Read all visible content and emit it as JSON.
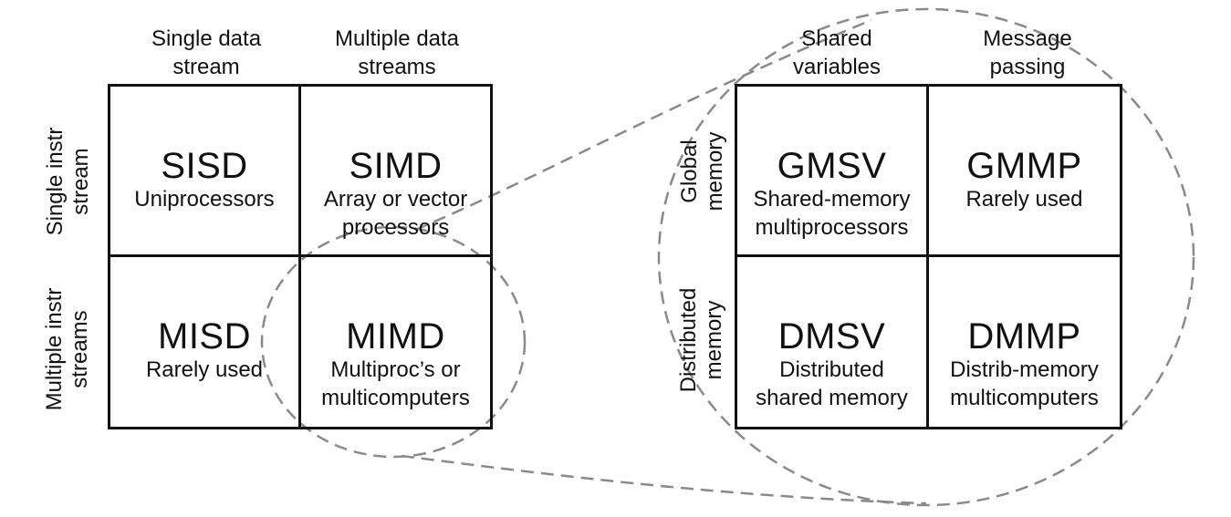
{
  "flynn": {
    "col_headers": [
      "Single data\nstream",
      "Multiple data\nstreams"
    ],
    "row_headers": [
      "Single instr\nstream",
      "Multiple instr\nstreams"
    ],
    "cells": [
      {
        "code": "SISD",
        "desc": "Uniprocessors"
      },
      {
        "code": "SIMD",
        "desc": "Array or vector\nprocessors"
      },
      {
        "code": "MISD",
        "desc": "Rarely used"
      },
      {
        "code": "MIMD",
        "desc": "Multiproc’s or\nmulticomputers"
      }
    ]
  },
  "johnson": {
    "col_headers": [
      "Shared\nvariables",
      "Message\npassing"
    ],
    "row_headers": [
      "Global\nmemory",
      "Distributed\nmemory"
    ],
    "cells": [
      {
        "code": "GMSV",
        "desc": "Shared-memory\nmultiprocessors"
      },
      {
        "code": "GMMP",
        "desc": "Rarely used"
      },
      {
        "code": "DMSV",
        "desc": "Distributed\nshared memory"
      },
      {
        "code": "DMMP",
        "desc": "Distrib-memory\nmulticomputers"
      }
    ]
  },
  "colors": {
    "line": "#111111",
    "dashed": "#888888"
  }
}
